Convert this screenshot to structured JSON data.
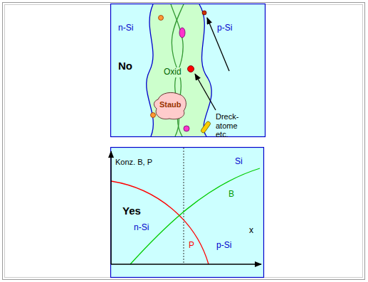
{
  "diagram": {
    "labels": [
      "n-Si",
      "p-Si",
      "No",
      "Oxid",
      "Staub",
      "Dreck-atome etc.",
      "Konz. B, P",
      "Si",
      "Yes",
      "B",
      "n-Si",
      "P",
      "p-Si",
      "x"
    ]
  }
}
